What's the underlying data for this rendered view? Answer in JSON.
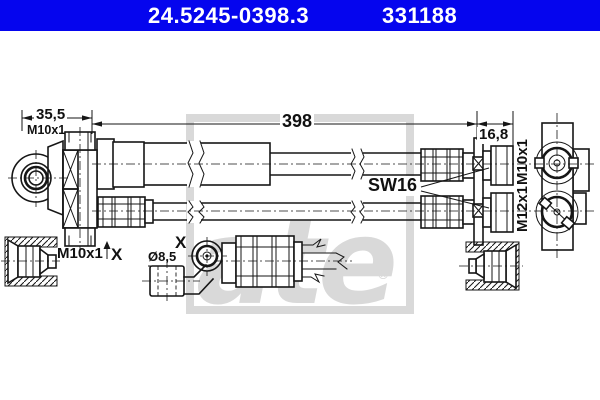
{
  "header": {
    "part_number": "24.5245-0398.3",
    "catalog_number": "331188",
    "bar_color": "#0505ee",
    "text_color": "#ffffff"
  },
  "drawing": {
    "line_color": "#161616",
    "background": "#ffffff",
    "dimensions": {
      "banjo_offset": "35,5",
      "hose_length": "398",
      "end_fitting_length": "16,8",
      "eye_diameter": "Ø8,5"
    },
    "thread_labels": {
      "left_top_port": "M10x1",
      "left_bottom_port": "M10x1",
      "right_top_fitting": "M10x1",
      "right_bottom_fitting": "M12x1"
    },
    "annotations": {
      "wrench_size": "SW16",
      "detail_marker_left": "X",
      "detail_marker_center": "X"
    },
    "watermark": {
      "text": "ate",
      "registered_mark": "®",
      "color": "#d9d9d9"
    }
  }
}
